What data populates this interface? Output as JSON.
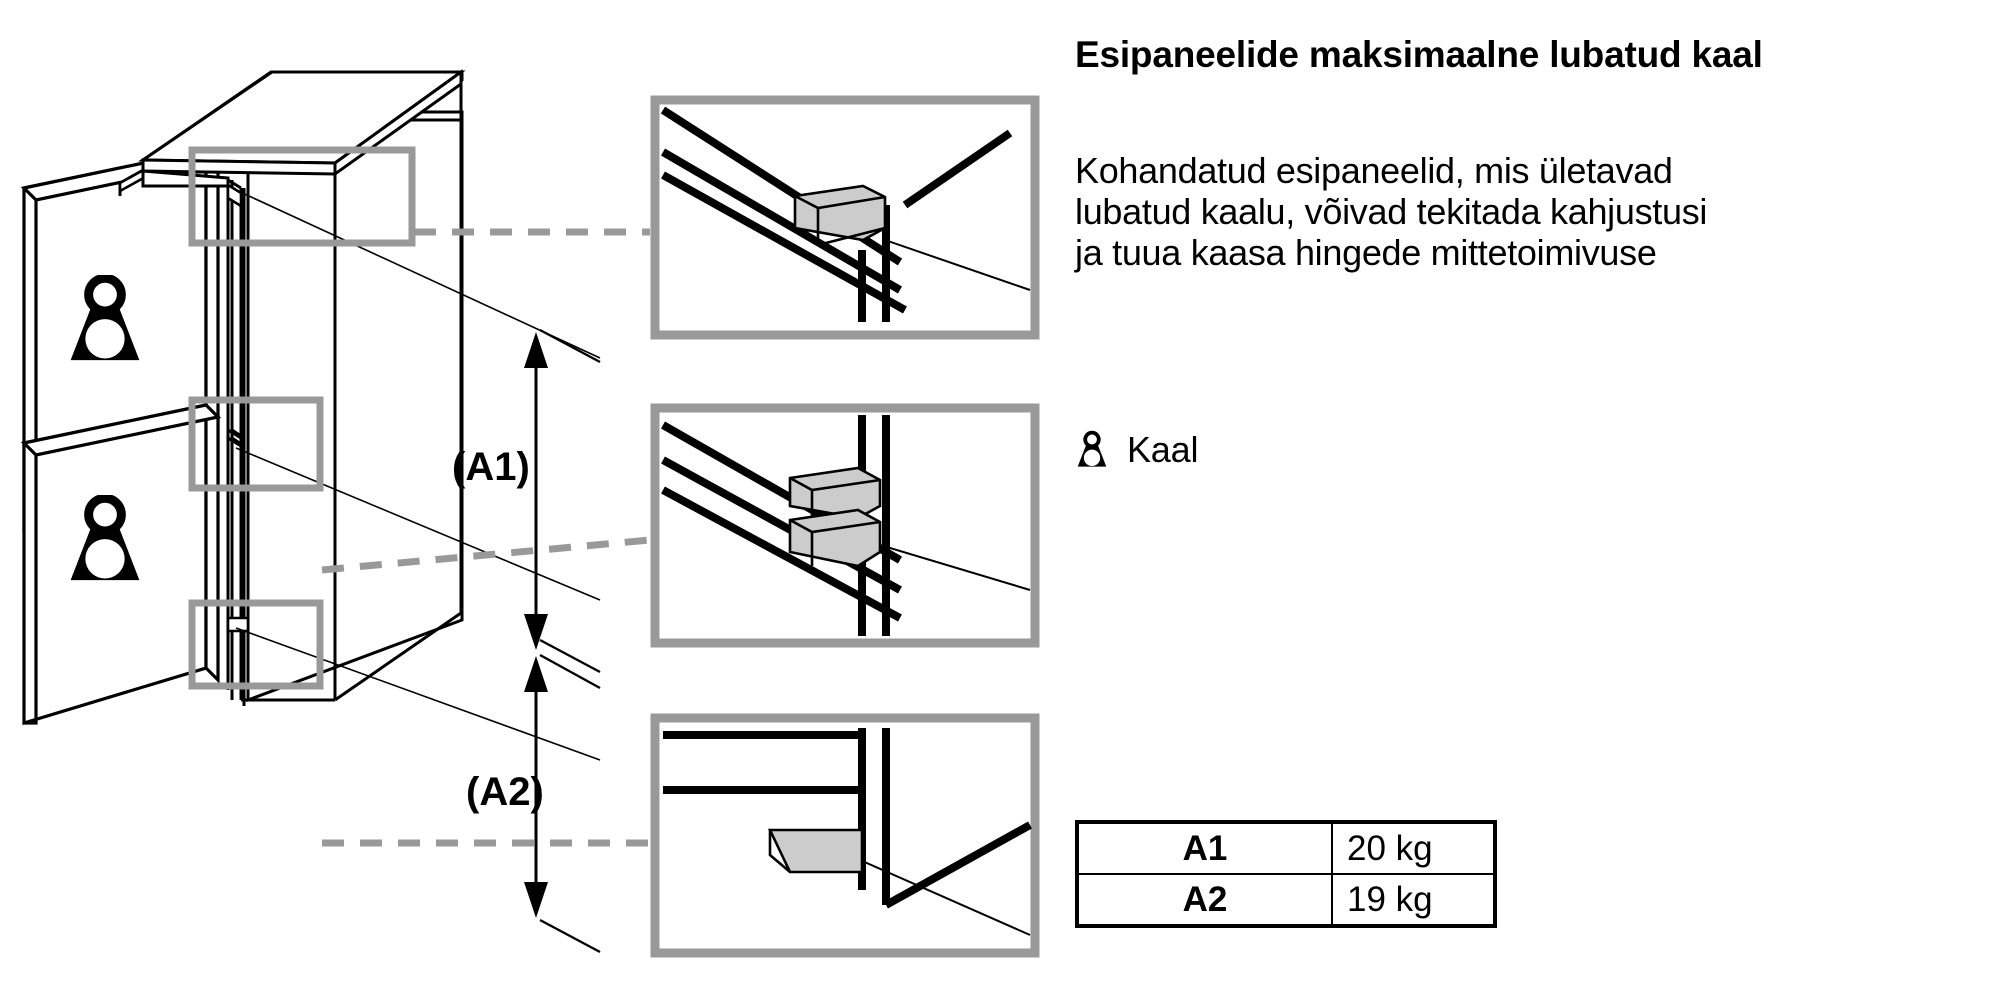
{
  "document": {
    "title": "Esipaneelide maksimaalne lubatud kaal",
    "body_lines": [
      "Kohandatud esipaneelid, mis ületavad",
      "lubatud kaalu, võivad tekitada kahjustusi",
      "ja tuua kaasa hingede mittetoimivuse"
    ]
  },
  "legend": {
    "icon": "weight-icon",
    "label": "Kaal"
  },
  "table": {
    "rows": [
      {
        "key": "A1",
        "value": "20 kg"
      },
      {
        "key": "A2",
        "value": "19 kg"
      }
    ]
  },
  "diagram": {
    "dimension_labels": [
      "(A1)",
      "(A2)"
    ],
    "panel_icons": [
      "weight-icon",
      "weight-icon"
    ],
    "callouts": [
      "callout-box-top",
      "callout-box-middle",
      "callout-box-bottom"
    ],
    "detail_views": [
      "detail-view-top-hinge",
      "detail-view-middle-hinge",
      "detail-view-bottom-hinge"
    ]
  },
  "colors": {
    "line": "#000000",
    "callout_frame": "#999999",
    "hinge_fill": "#cccccc",
    "background": "#ffffff"
  }
}
